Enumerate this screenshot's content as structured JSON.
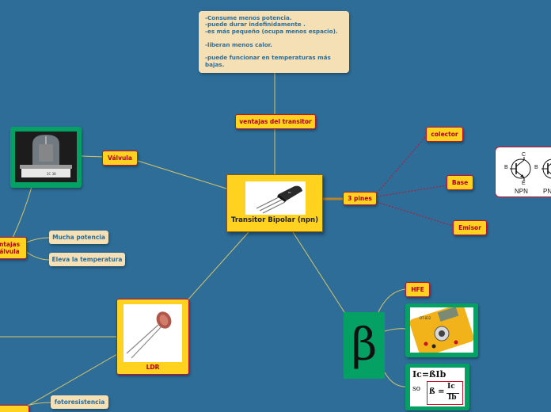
{
  "central": {
    "label": "Transitor Bipolar (npn)"
  },
  "note": {
    "text": "-Consume menos potencia.\n-puede durar indefinidamente .\n-es más pequeño (ocupa menos espacio).\n\n-liberan menos calor.\n\n-puede funcionar en temperaturas más bajas."
  },
  "topics": {
    "ventajas_transitor": "ventajas del transitor",
    "valvula": "Válvula",
    "ventajas_valvula_line1": "ntajas",
    "ventajas_valvula_line2": "álvula",
    "mucha_potencia": "Mucha potencia",
    "eleva_temperatura": "Eleva la temperatura",
    "ldr": "LDR",
    "fotoresistencia": "fotoresistencia",
    "tres_pines": "3 pines",
    "colector": "colector",
    "base": "Base",
    "emisor": "Emisor",
    "hfe": "HFE",
    "beta": "β"
  },
  "npn_card": {
    "npn": "NPN",
    "pnp": "PN",
    "c": "C",
    "b": "B",
    "e": "E",
    "b2": "B"
  },
  "formula": {
    "line1": "Ic=ßIb",
    "so": "so",
    "beta_eq": "ß =",
    "num": "Ic",
    "den": "Ib"
  },
  "colors": {
    "background": "#2d6d97",
    "topic_fill": "#ffd21f",
    "topic_border": "#c9102a",
    "note_fill": "#f5dfb5",
    "image_frame": "#05a063"
  }
}
